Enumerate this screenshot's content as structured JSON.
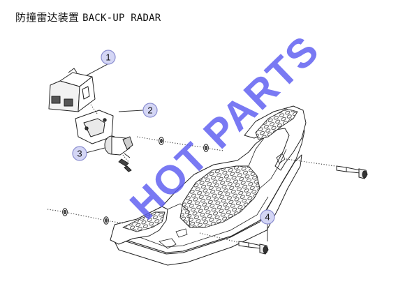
{
  "header": {
    "title_cn": "防撞雷达装置",
    "title_en": "BACK-UP RADAR"
  },
  "callouts": [
    {
      "id": "callout-1",
      "number": "1"
    },
    {
      "id": "callout-2",
      "number": "2"
    },
    {
      "id": "callout-3",
      "number": "3"
    },
    {
      "id": "callout-4",
      "number": "4"
    }
  ],
  "watermark": {
    "text": "HOT PARTS"
  },
  "colors": {
    "callout_fill": "#d4d6f5",
    "callout_stroke": "#8c8fd0",
    "watermark": "#5b5bf0",
    "line": "#222222"
  }
}
